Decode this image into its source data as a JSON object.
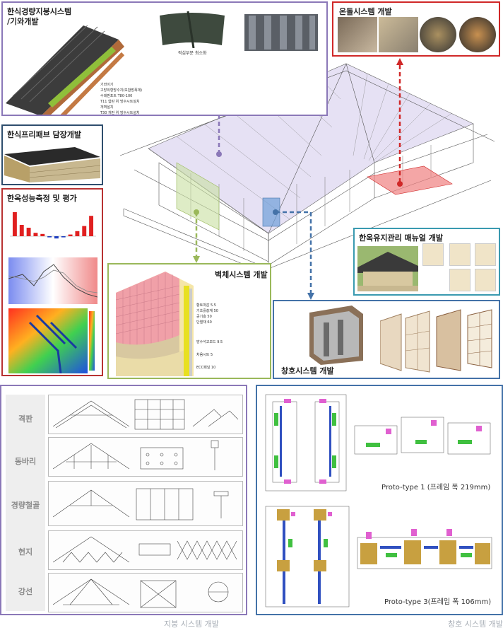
{
  "roof_panel": {
    "title_line1": "한식경량지붕시스템",
    "title_line2": "/기와개발",
    "center_caption": "적심부분 최소화",
    "layers": [
      "기와이기",
      "고방외형방수지(보합방폭재)",
      "수래판포트 T80-100",
      "T11 합판 위 방수시트설치",
      "개벽설치",
      "T30 개판 위 방수시트설치"
    ]
  },
  "ondol_panel": {
    "title": "온돌시스템 개발"
  },
  "wall_panel": {
    "title": "한식프리패브 담장개발"
  },
  "perf_panel": {
    "title": "한옥성능측정 및 평가",
    "bars": [
      85,
      40,
      30,
      12,
      8,
      -4,
      -8,
      -4,
      6,
      18,
      36,
      72
    ]
  },
  "maint_panel": {
    "title": "한옥유지관리 매뉴얼 개발"
  },
  "wallsys_panel": {
    "title": "벽체시스템 개발",
    "layers_top": [
      "황토마감 5.5",
      "기초흙층재 50",
      "공기층 50",
      "단열재 60"
    ],
    "layers_mid": "방수석고보드 9.5",
    "layers_mid2": "차음시트 5",
    "layers_bot": "ECC패널 10"
  },
  "window_panel": {
    "title": "창호시스템 개발"
  },
  "roof_rows": {
    "labels": [
      "격판",
      "동바리",
      "경량철골",
      "헌지",
      "강선"
    ]
  },
  "window_drawings": {
    "proto1": "Proto-type 1 (프레임 폭 219mm)",
    "proto3": "Proto-type 3(프레임 폭 106mm)"
  },
  "captions": {
    "left": "지붕 시스템 개발",
    "right": "창호 시스템 개발"
  },
  "colors": {
    "roof": "#8b78b8",
    "ondol": "#d02828",
    "wall": "#2f4e6e",
    "perf": "#b83232",
    "maint": "#3a9ab0",
    "wallsys": "#9ab85a",
    "window": "#4472a8"
  }
}
